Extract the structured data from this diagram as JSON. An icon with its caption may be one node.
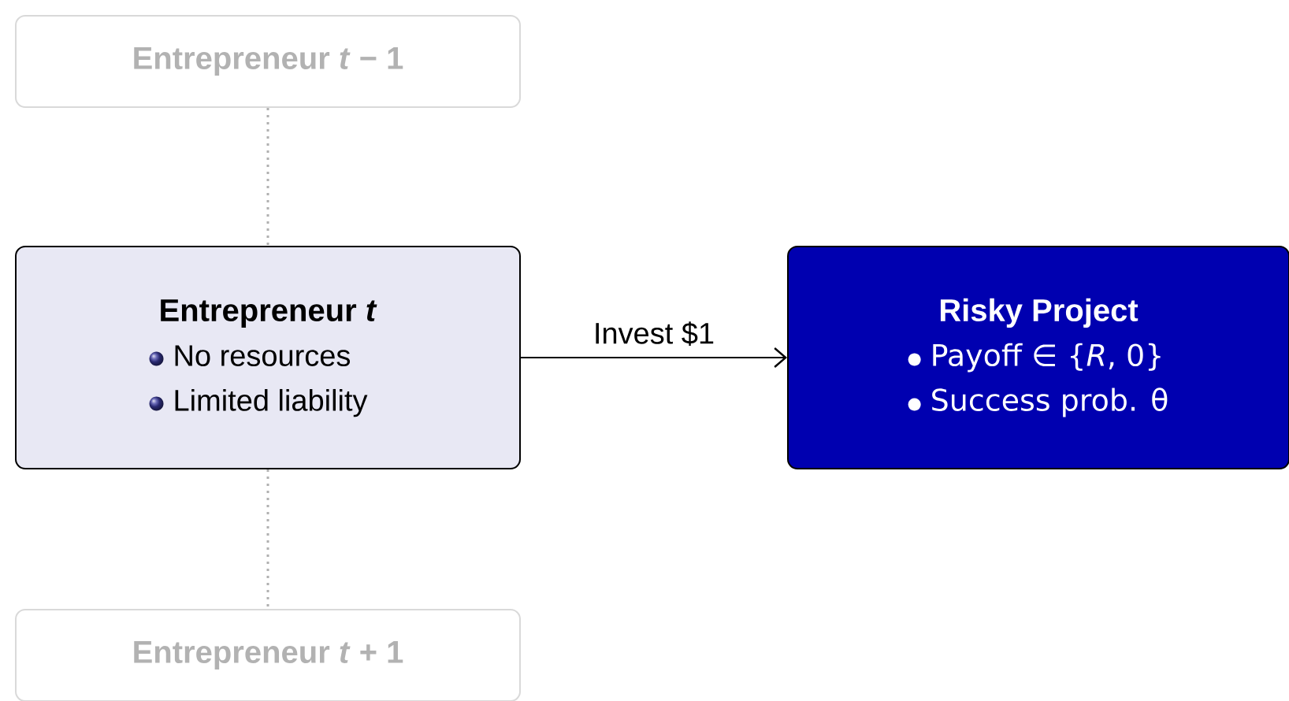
{
  "diagram": {
    "nodes": [
      {
        "text": [
          "Entrepreneur *t* − 1"
        ]
      },
      {
        "text": [
          "Entrepreneur *t*",
          "No resources",
          "Limited liability"
        ]
      },
      {
        "text": [
          "Risky Project",
          "Payoff ∈ {*R*, 0}",
          "Success prob. θ"
        ]
      },
      {
        "text": [
          "Entrepreneur *t* + 1"
        ]
      }
    ],
    "edges": [
      {
        "from": 0,
        "to": 1,
        "arrow": "none",
        "style": "dashed",
        "color": "#b0b0b0"
      },
      {
        "from": 1,
        "to": 3,
        "arrow": "none",
        "style": "dashed",
        "color": "#b0b0b0"
      },
      {
        "from": 1,
        "to": 2,
        "arrow": "to",
        "label": "Invest $1",
        "color": "#000000"
      }
    ]
  }
}
